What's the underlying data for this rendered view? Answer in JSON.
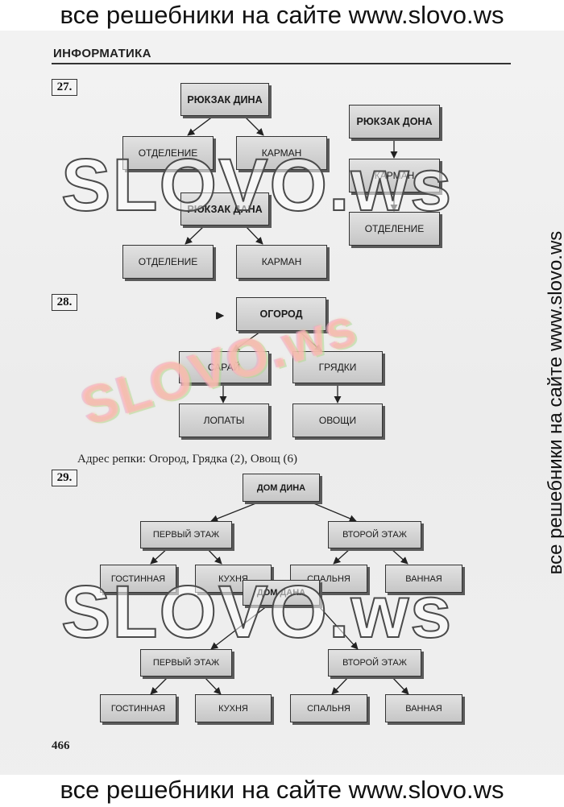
{
  "banner": {
    "top": "все решебники на сайте www.slovo.ws",
    "bottom": "все решебники на сайте www.slovo.ws",
    "side": "все решебники на сайте www.slovo.ws"
  },
  "header": {
    "subject": "ИНФОРМАТИКА"
  },
  "tasks": {
    "t27": {
      "number": "27.",
      "din_root": "РЮКЗАК ДИНА",
      "din_left": "ОТДЕЛЕНИЕ",
      "din_right": "КАРМАН",
      "don_root": "РЮКЗАК ДОНА",
      "don_mid": "КАРМАН",
      "don_bottom": "ОТДЕЛЕНИЕ",
      "dana_root": "РЮКЗАК ДАНА",
      "dana_left": "ОТДЕЛЕНИЕ",
      "dana_right": "КАРМАН"
    },
    "t28": {
      "number": "28.",
      "root": "ОГОРОД",
      "left": "САРАЙ",
      "right": "ГРЯДКИ",
      "left_child": "ЛОПАТЫ",
      "right_child": "ОВОЩИ",
      "answer": "Адрес репки: Огород, Грядка (2), Овощ (6)"
    },
    "t29": {
      "number": "29.",
      "din": {
        "root": "ДОМ ДИНА",
        "floor1": "ПЕРВЫЙ ЭТАЖ",
        "floor2": "ВТОРОЙ ЭТАЖ",
        "living": "ГОСТИННАЯ",
        "kitchen": "КУХНЯ",
        "bedroom": "СПАЛЬНЯ",
        "bath": "ВАННАЯ"
      },
      "dana": {
        "root": "ДОМ ДАНА",
        "floor1": "ПЕРВЫЙ ЭТАЖ",
        "floor2": "ВТОРОЙ ЭТАЖ",
        "living": "ГОСТИННАЯ",
        "kitchen": "КУХНЯ",
        "bedroom": "СПАЛЬНЯ",
        "bath": "ВАННАЯ"
      }
    }
  },
  "page_number": "466",
  "watermarks": [
    "SLOVO.ws",
    "SLOVO.ws",
    "SLOVO.ws"
  ]
}
